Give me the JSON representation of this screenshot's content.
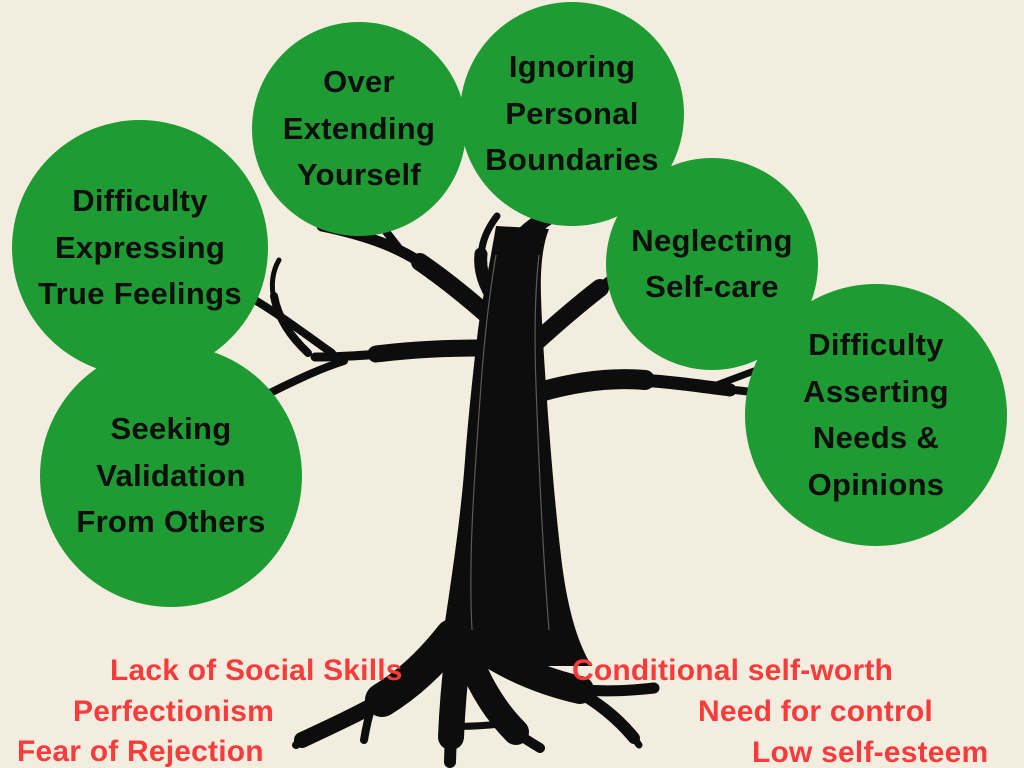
{
  "palette": {
    "background": "#F2EDDE",
    "leaf_green": "#1E9B32",
    "root_red": "#F93B3B",
    "tree_black": "#0D0D0D",
    "text_black": "#0E0E0E"
  },
  "leaves": [
    {
      "id": "over-extending-yourself",
      "text": "Over\nExtending\nYourself"
    },
    {
      "id": "ignoring-personal-boundaries",
      "text": "Ignoring\nPersonal\nBoundaries"
    },
    {
      "id": "difficulty-expressing-feelings",
      "text": "Difficulty\nExpressing\nTrue Feelings"
    },
    {
      "id": "neglecting-self-care",
      "text": "Neglecting\nSelf-care"
    },
    {
      "id": "difficulty-asserting-needs",
      "text": "Difficulty\nAsserting\nNeeds &\nOpinions"
    },
    {
      "id": "seeking-validation",
      "text": "Seeking\nValidation\nFrom Others"
    }
  ],
  "roots": [
    {
      "id": "lack-of-social-skills",
      "label": "Lack of Social Skills"
    },
    {
      "id": "perfectionism",
      "label": "Perfectionism"
    },
    {
      "id": "fear-of-rejection",
      "label": "Fear of Rejection"
    },
    {
      "id": "conditional-self-worth",
      "label": "Conditional self-worth"
    },
    {
      "id": "need-for-control",
      "label": "Need for control"
    },
    {
      "id": "low-self-esteem",
      "label": "Low self-esteem"
    }
  ]
}
